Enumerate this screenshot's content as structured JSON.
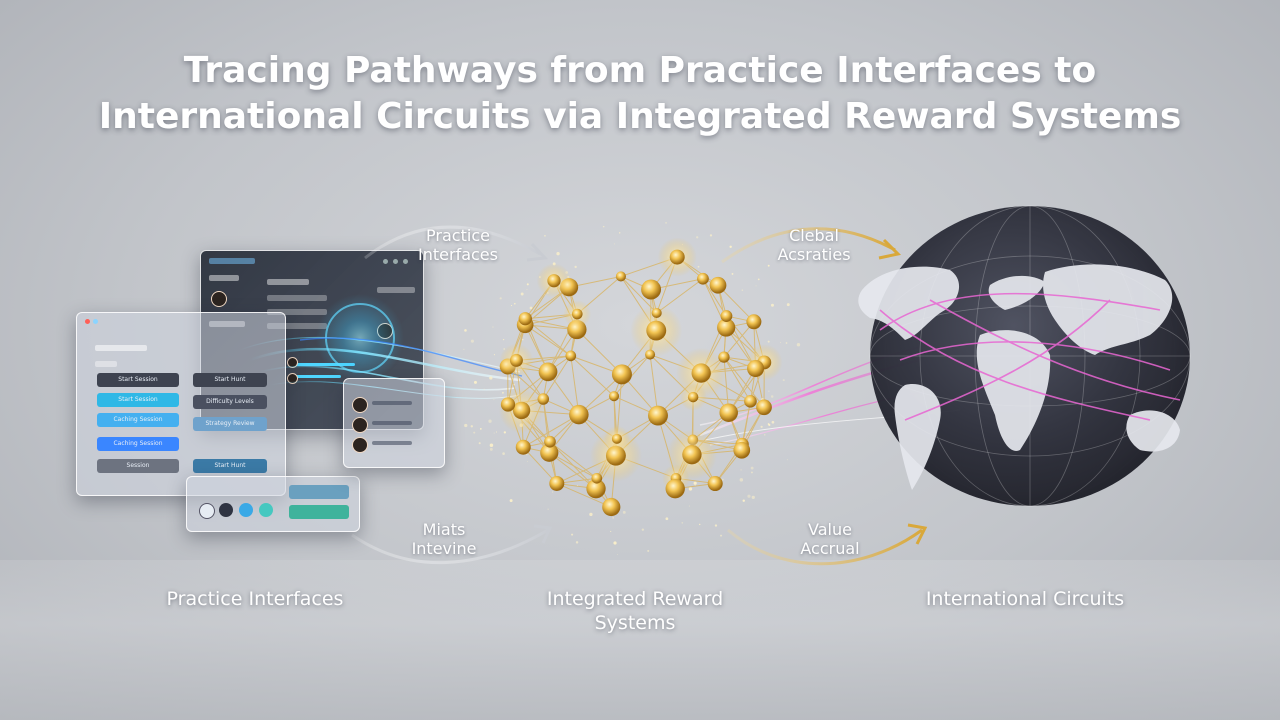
{
  "title": {
    "line1": "Tracing Pathways from Practice Interfaces to",
    "line2": "International Circuits via Integrated Reward Systems"
  },
  "stages": [
    {
      "label": "Practice Interfaces"
    },
    {
      "label": "Integrated Reward Systems"
    },
    {
      "label": "International Circuits"
    }
  ],
  "arrows": {
    "top_left": "Practice Interfaces",
    "top_right": "Clebal Acsraties",
    "bottom_left": "Miats Intevine",
    "bottom_right": "Value Accrual"
  },
  "panel": {
    "buttons_left": [
      "Start Session",
      "Start Session",
      "Caching Session",
      "Caching Session",
      "Session"
    ],
    "buttons_right": [
      "Start Hunt",
      "Difficulty Levels",
      "Strategy Review",
      "Start Hunt"
    ]
  },
  "colors": {
    "gold": "#e8b84a",
    "cyan": "#4fd6ff",
    "magenta": "#e05cc8",
    "blue": "#3a86ff"
  }
}
